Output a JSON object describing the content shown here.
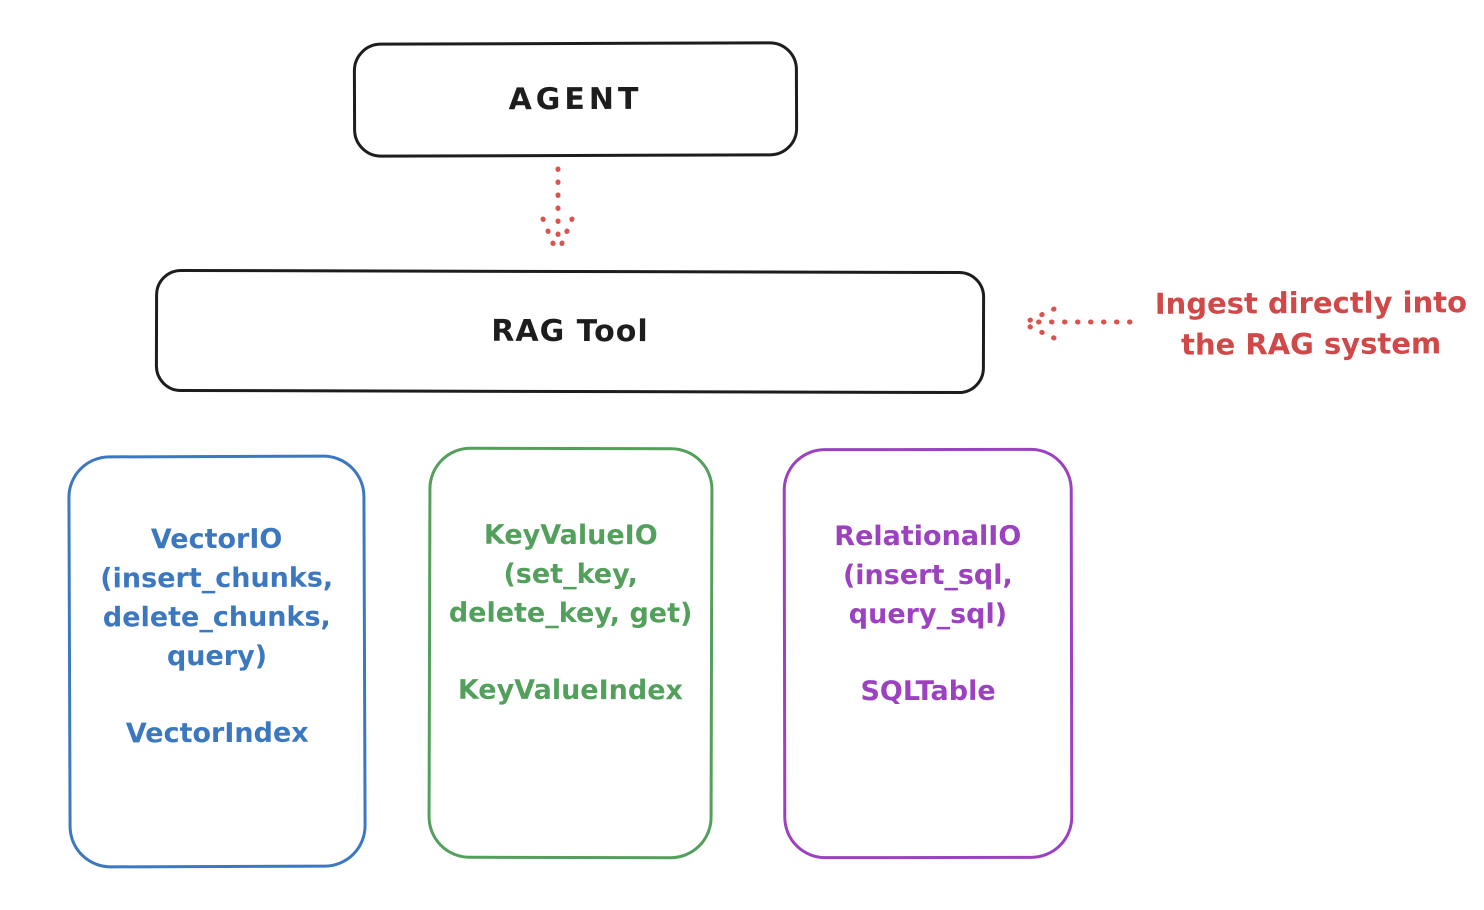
{
  "diagram": {
    "agent": {
      "label": "AGENT"
    },
    "rag_tool": {
      "label": "RAG Tool"
    },
    "annotation": {
      "line1": "Ingest directly into",
      "line2": "the RAG system",
      "color": "#d14848"
    },
    "arrows": [
      {
        "name": "agent-to-ragtool",
        "style": "dotted",
        "color": "#d9534f",
        "direction": "down"
      },
      {
        "name": "annotation-to-ragtool",
        "style": "dotted",
        "color": "#d9534f",
        "direction": "left"
      }
    ],
    "storage_boxes": [
      {
        "id": "vector-io",
        "color": "#3c78c0",
        "lines": [
          "VectorIO",
          "(insert_chunks,",
          "delete_chunks,",
          "query)"
        ],
        "index_label": "VectorIndex"
      },
      {
        "id": "keyvalue-io",
        "color": "#53a05c",
        "lines": [
          "KeyValueIO",
          "(set_key,",
          "delete_key, get)"
        ],
        "index_label": "KeyValueIndex"
      },
      {
        "id": "relational-io",
        "color": "#9c42c0",
        "lines": [
          "RelationalIO",
          "(insert_sql,",
          "query_sql)"
        ],
        "index_label": "SQLTable"
      }
    ],
    "colors": {
      "ink": "#1d1d1d",
      "red": "#d14848",
      "blue": "#3c78c0",
      "green": "#53a05c",
      "purple": "#9c42c0",
      "background": "#ffffff"
    }
  }
}
